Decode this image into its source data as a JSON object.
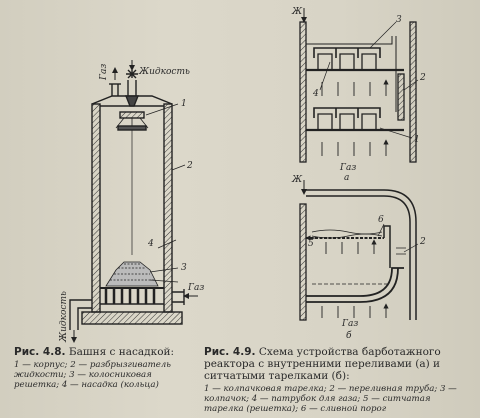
{
  "fig1": {
    "labels": {
      "gas_top": "Газ",
      "liquid_top": "Жидкость",
      "gas_side": "Газ",
      "liquid_bottom": "Жидкость"
    },
    "numbers": [
      "1",
      "2",
      "3",
      "4"
    ],
    "caption_num": "Рис. 4.8.",
    "caption_title": "Башня с насадкой:",
    "caption_legend": "1 — корпус; 2 — разбрызгиватель жидкости; 3 — колосниковая решетка; 4 — насадка (кольца)"
  },
  "fig2": {
    "labels": {
      "zh_a": "Ж",
      "gas_a": "Газ",
      "sub_a": "а",
      "zh_b": "Ж",
      "gas_b": "Газ",
      "sub_b": "б"
    },
    "numbers_a": [
      "3",
      "4",
      "2",
      "1"
    ],
    "numbers_b": [
      "5",
      "6",
      "2"
    ],
    "caption_num": "Рис. 4.9.",
    "caption_title": "Схема устройства барботажного реактора с внутренними переливами (а) и ситчатыми тарелками (б):",
    "caption_legend": "1 — колпачковая тарелка; 2 — переливная труба; 3 — колпачок; 4 — патрубок для газа; 5 — ситчатая тарелка (решетка); 6 — сливной порог"
  }
}
